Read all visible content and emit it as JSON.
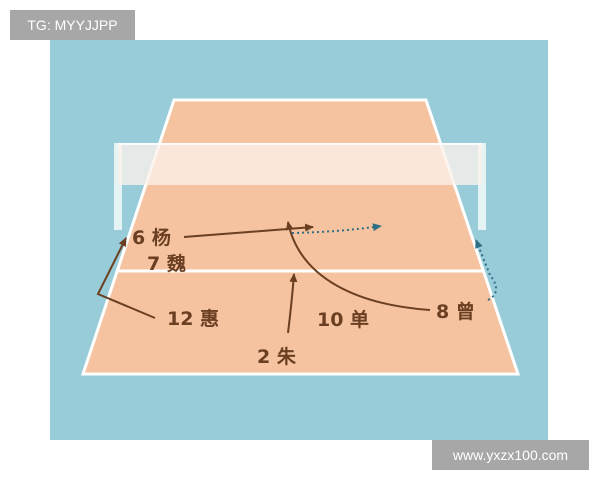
{
  "watermarks": {
    "top": "TG: MYYJJPP",
    "bottom": "www.yxzx100.com"
  },
  "players": {
    "p6": "6 杨",
    "p7": "7 魏",
    "p12": "12 惠",
    "p10": "10 单",
    "p8": "8 曾",
    "p2": "2 朱"
  },
  "colors": {
    "background": "#98ccd9",
    "court": "#f5c3a0",
    "court_lines": "#ffffff",
    "net": "#fbf1ea",
    "arrow_solid": "#6b3f22",
    "arrow_dotted": "#2f6f86",
    "label": "#6b3f22"
  }
}
